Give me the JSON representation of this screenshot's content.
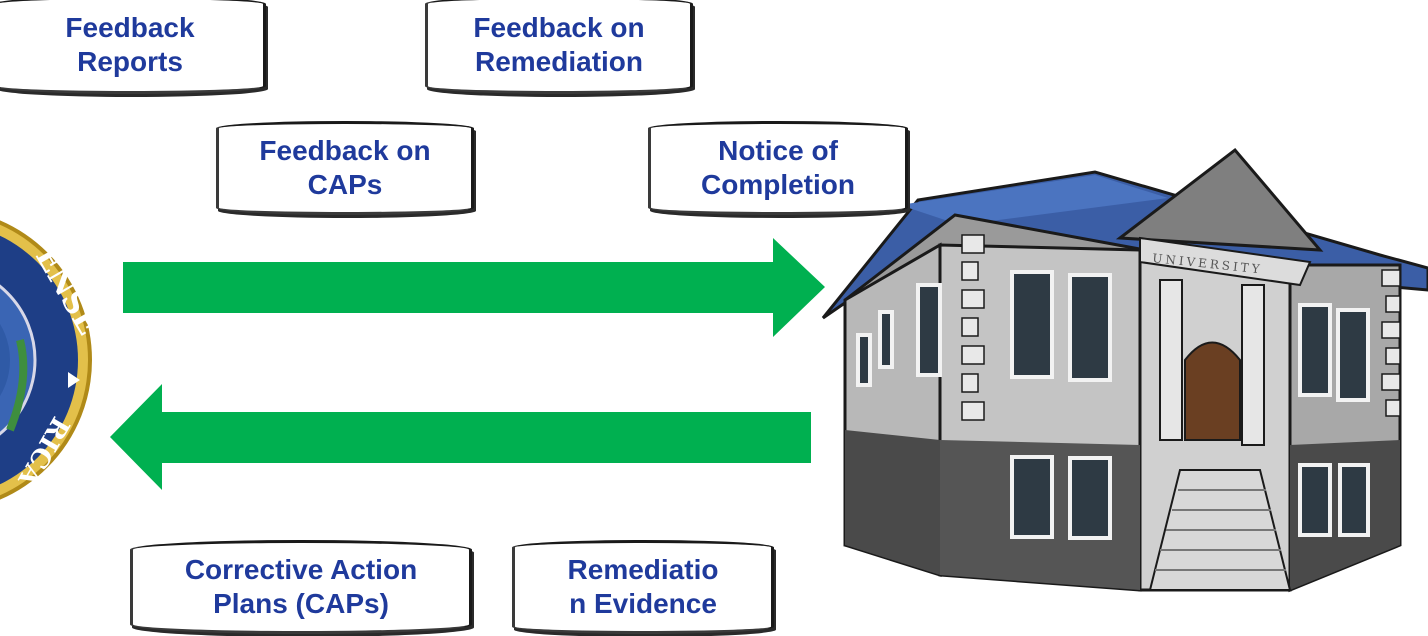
{
  "labels": {
    "feedback_reports": [
      "Feedback",
      "Reports"
    ],
    "feedback_on_remediation": [
      "Feedback on",
      "Remediation"
    ],
    "feedback_on_caps": [
      "Feedback on",
      "CAPs"
    ],
    "notice_of_completion": [
      "Notice of",
      "Completion"
    ],
    "corrective_action_plans": [
      "Corrective Action",
      "Plans (CAPs)"
    ],
    "remediation_evidence": [
      "Remediatio",
      "n Evidence"
    ]
  },
  "building": {
    "sign": "UNIVERSITY"
  },
  "colors": {
    "arrow": "#00b050",
    "label_text": "#1f3a9c",
    "seal_ring": "#c9a227",
    "seal_inner": "#2a4a8c",
    "roof": "#3a5fa8"
  },
  "icons": [
    "dod-seal-icon",
    "university-building-icon"
  ]
}
